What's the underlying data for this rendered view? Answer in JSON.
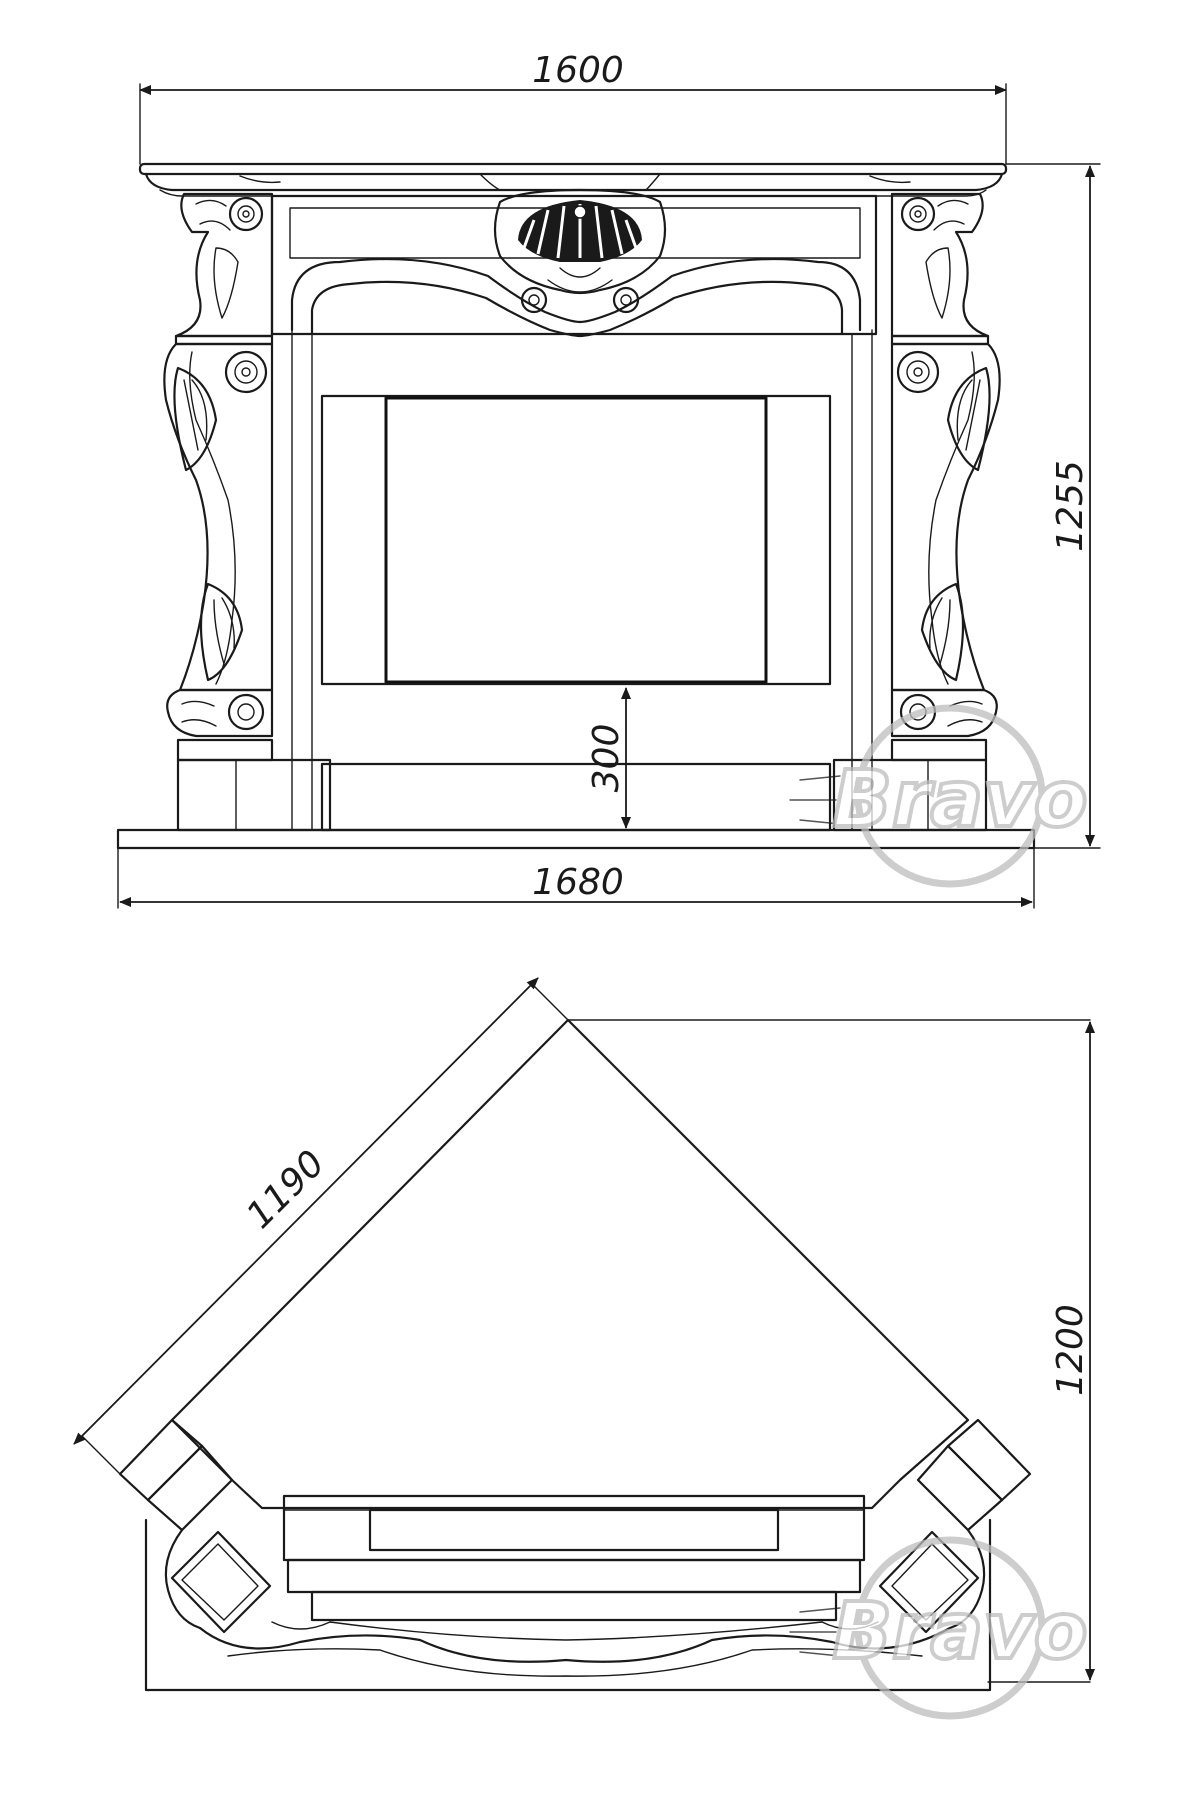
{
  "front_view": {
    "overall_width_label": "1600",
    "height_label": "1255",
    "firebox_offset_label": "300",
    "base_width_label": "1680"
  },
  "top_view": {
    "side_length_label": "1190",
    "depth_label": "1200"
  },
  "watermark": {
    "text": "Bravo"
  }
}
